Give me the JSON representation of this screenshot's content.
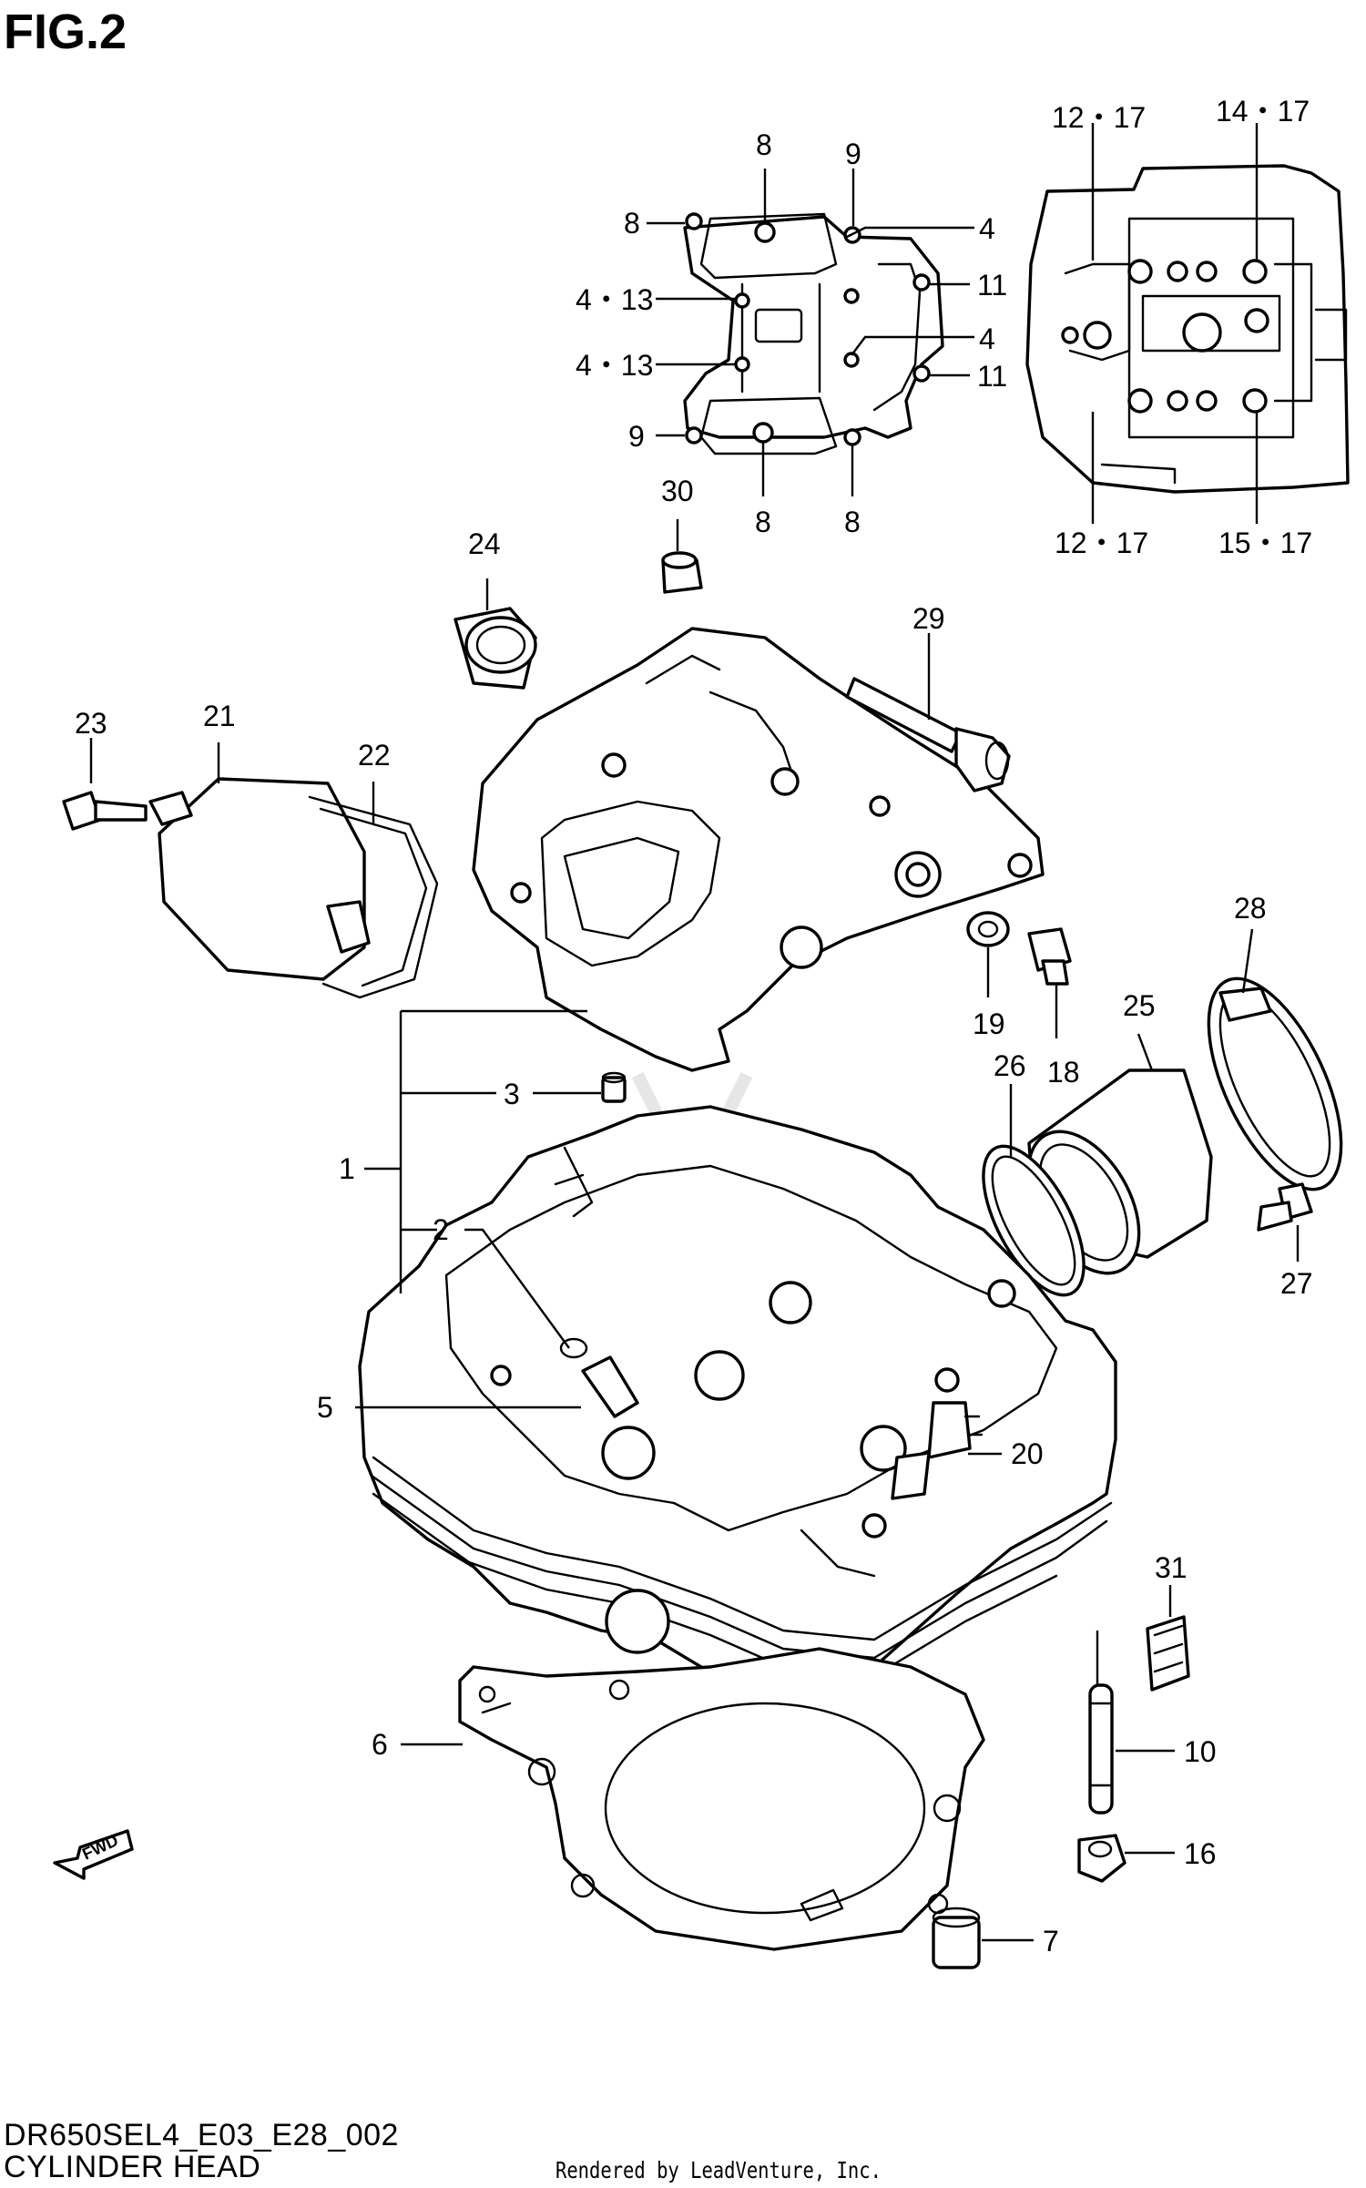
{
  "header": {
    "title": "FIG.2"
  },
  "footer": {
    "code": "DR650SEL4_E03_E28_002",
    "name": "CYLINDER HEAD",
    "credit": "Rendered by LeadVenture, Inc."
  },
  "fwd_label": "FWD",
  "callouts": [
    {
      "id": "c-8a",
      "text": "8"
    },
    {
      "id": "c-9a",
      "text": "9"
    },
    {
      "id": "c-8b",
      "text": "8"
    },
    {
      "id": "c-4a",
      "text": "4"
    },
    {
      "id": "c-4-13a",
      "text": "4・13"
    },
    {
      "id": "c-11a",
      "text": "11"
    },
    {
      "id": "c-4b",
      "text": "4"
    },
    {
      "id": "c-4-13b",
      "text": "4・13"
    },
    {
      "id": "c-11b",
      "text": "11"
    },
    {
      "id": "c-9b",
      "text": "9"
    },
    {
      "id": "c-8c",
      "text": "8"
    },
    {
      "id": "c-8d",
      "text": "8"
    },
    {
      "id": "c-12-17a",
      "text": "12・17"
    },
    {
      "id": "c-14-17",
      "text": "14・17"
    },
    {
      "id": "c-12-17b",
      "text": "12・17"
    },
    {
      "id": "c-15-17",
      "text": "15・17"
    },
    {
      "id": "c-30",
      "text": "30"
    },
    {
      "id": "c-24",
      "text": "24"
    },
    {
      "id": "c-29",
      "text": "29"
    },
    {
      "id": "c-23",
      "text": "23"
    },
    {
      "id": "c-21",
      "text": "21"
    },
    {
      "id": "c-22",
      "text": "22"
    },
    {
      "id": "c-28",
      "text": "28"
    },
    {
      "id": "c-19",
      "text": "19"
    },
    {
      "id": "c-18",
      "text": "18"
    },
    {
      "id": "c-25",
      "text": "25"
    },
    {
      "id": "c-26",
      "text": "26"
    },
    {
      "id": "c-3",
      "text": "3"
    },
    {
      "id": "c-1",
      "text": "1"
    },
    {
      "id": "c-2",
      "text": "2"
    },
    {
      "id": "c-27",
      "text": "27"
    },
    {
      "id": "c-5",
      "text": "5"
    },
    {
      "id": "c-20",
      "text": "20"
    },
    {
      "id": "c-31",
      "text": "31"
    },
    {
      "id": "c-6",
      "text": "6"
    },
    {
      "id": "c-10",
      "text": "10"
    },
    {
      "id": "c-16",
      "text": "16"
    },
    {
      "id": "c-7",
      "text": "7"
    }
  ]
}
